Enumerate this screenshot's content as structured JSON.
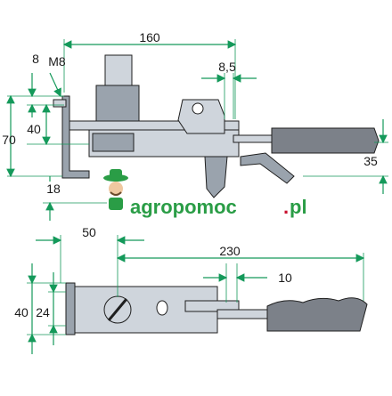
{
  "figure": {
    "top_view": {
      "dimensions": {
        "width_top": "160",
        "gap": "8,5",
        "thickness": "8",
        "thread": "M8",
        "height_inner": "40",
        "height_outer": "70",
        "handle_height": "35",
        "bottom_offset": "18"
      }
    },
    "bottom_view": {
      "dimensions": {
        "offset_left": "50",
        "total_length": "230",
        "slot": "10",
        "outer_height": "40",
        "inner_height": "24"
      }
    },
    "watermark": {
      "text_main": "agropomoc",
      "text_dot": ".",
      "text_tld": "pl"
    }
  },
  "colors": {
    "dimension_line": "#14995a",
    "part_fill": "#cfd5dc",
    "grip_fill": "#7c8189",
    "watermark_green": "#2a9d46",
    "watermark_red": "#c8102e"
  }
}
